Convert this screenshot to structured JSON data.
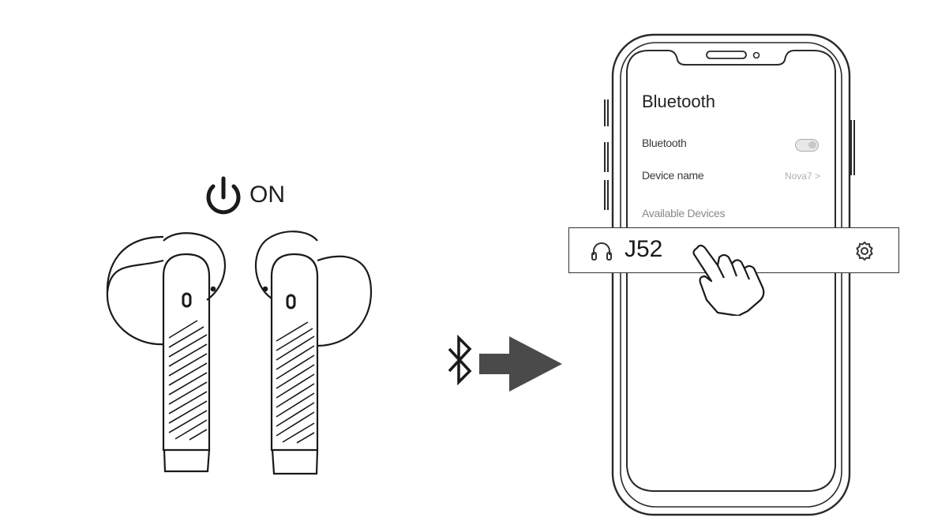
{
  "power": {
    "label": "ON",
    "icon": "power-icon"
  },
  "bluetooth_link": {
    "icon": "bluetooth-icon",
    "arrow": "arrow-right-icon"
  },
  "phone": {
    "screen_title": "Bluetooth",
    "rows": [
      {
        "label": "Bluetooth",
        "control": "toggle",
        "state": "on"
      },
      {
        "label": "Device name",
        "value": "Nova7 >"
      }
    ],
    "section_label": "Available Devices"
  },
  "device_entry": {
    "name": "J52",
    "icon": "headphone-icon",
    "settings_icon": "gear-icon",
    "action_icon": "tapping-hand-icon"
  }
}
